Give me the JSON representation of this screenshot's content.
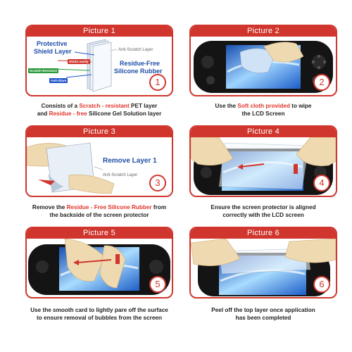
{
  "panels": [
    {
      "header": "Picture 1",
      "number": "1",
      "labels": {
        "protective": "Protective",
        "shield": "Shield Layer",
        "anti_scratch": "Anti-Scratch Layer",
        "residue_free": "Residue-Free",
        "silicone": "Silicone Rubber",
        "sticks": "Sticks easily",
        "scratch_resistant": "Scratch-Resistant",
        "anti_glare": "Anti-Glare"
      },
      "caption": {
        "l1a": "Consists of a ",
        "l1b": "Scratch - resistant",
        "l1c": " PET layer",
        "l2a": "and ",
        "l2b": "Residue - free",
        "l2c": " Silicone Gel Solution layer"
      }
    },
    {
      "header": "Picture 2",
      "number": "2",
      "caption": {
        "l1a": "Use the ",
        "l1b": "Soft cloth provided",
        "l1c": " to wipe",
        "l2": "the LCD Screen"
      }
    },
    {
      "header": "Picture 3",
      "number": "3",
      "labels": {
        "remove": "Remove Layer 1",
        "anti_scratch": "Anti-Scratch Layer"
      },
      "caption": {
        "l1a": "Remove the ",
        "l1b": "Residue - Free Silicone Rubber",
        "l1c": " from",
        "l2": "the backside of the screen protector"
      }
    },
    {
      "header": "Picture 4",
      "number": "4",
      "caption": {
        "l1": "Ensure the screen protector is aligned",
        "l2": "correctly with the LCD screen"
      }
    },
    {
      "header": "Picture 5",
      "number": "5",
      "caption": {
        "l1": "Use the smooth card  to lightly pare off the surface",
        "l2": "to ensure removal of bubbles from the screen"
      }
    },
    {
      "header": "Picture 6",
      "number": "6",
      "caption": {
        "l1": "Peel off the top layer once application",
        "l2": "has been completed"
      }
    }
  ],
  "colors": {
    "frame": "#d0362e",
    "accent": "#e0362c",
    "label_blue": "#1f4fa8"
  }
}
